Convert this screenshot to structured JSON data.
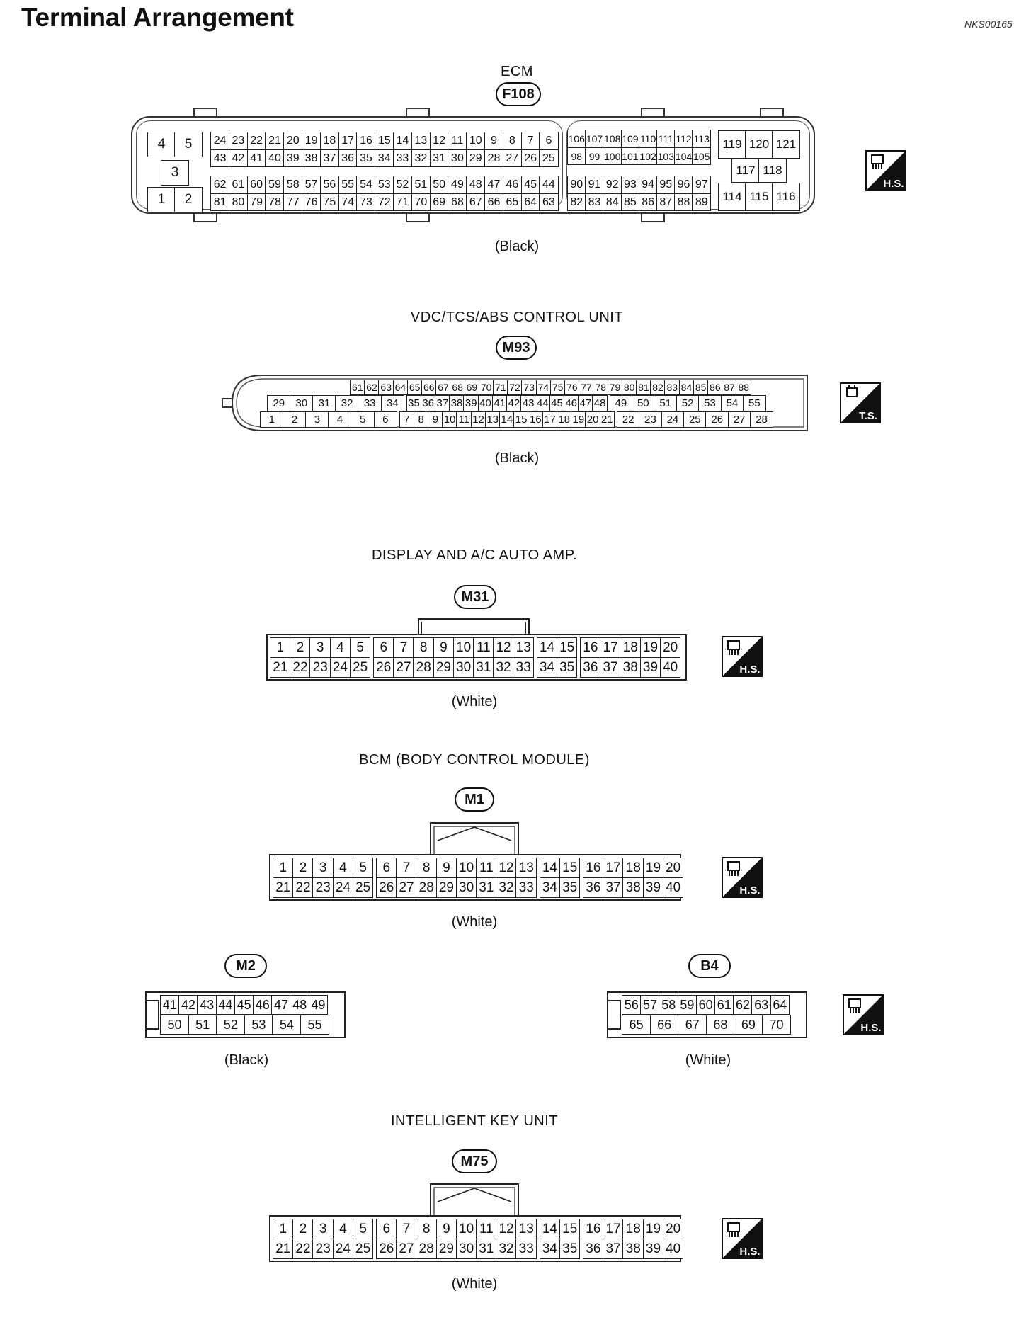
{
  "page": {
    "title": "Terminal Arrangement",
    "doc_id": "NKS00165"
  },
  "icons": {
    "hs": "H.S.",
    "ts": "T.S."
  },
  "ecm": {
    "label": "ECM",
    "connector": "F108",
    "color": "(Black)",
    "left_block": [
      "4",
      "5",
      "3",
      "1",
      "2"
    ],
    "rows_a": [
      [
        "24",
        "23",
        "22",
        "21",
        "20",
        "19",
        "18",
        "17",
        "16",
        "15",
        "14",
        "13",
        "12",
        "11",
        "10",
        "9",
        "8",
        "7",
        "6"
      ],
      [
        "43",
        "42",
        "41",
        "40",
        "39",
        "38",
        "37",
        "36",
        "35",
        "34",
        "33",
        "32",
        "31",
        "30",
        "29",
        "28",
        "27",
        "26",
        "25"
      ],
      [
        "62",
        "61",
        "60",
        "59",
        "58",
        "57",
        "56",
        "55",
        "54",
        "53",
        "52",
        "51",
        "50",
        "49",
        "48",
        "47",
        "46",
        "45",
        "44"
      ],
      [
        "81",
        "80",
        "79",
        "78",
        "77",
        "76",
        "75",
        "74",
        "73",
        "72",
        "71",
        "70",
        "69",
        "68",
        "67",
        "66",
        "65",
        "64",
        "63"
      ]
    ],
    "rows_b": [
      [
        "106",
        "107",
        "108",
        "109",
        "110",
        "111",
        "112",
        "113"
      ],
      [
        "98",
        "99",
        "100",
        "101",
        "102",
        "103",
        "104",
        "105"
      ],
      [
        "90",
        "91",
        "92",
        "93",
        "94",
        "95",
        "96",
        "97"
      ],
      [
        "82",
        "83",
        "84",
        "85",
        "86",
        "87",
        "88",
        "89"
      ]
    ],
    "right_block": [
      "119",
      "120",
      "121",
      "117",
      "118",
      "114",
      "115",
      "116"
    ]
  },
  "vdc": {
    "label": "VDC/TCS/ABS CONTROL UNIT",
    "connector": "M93",
    "color": "(Black)",
    "row1": [
      "61",
      "62",
      "63",
      "64",
      "65",
      "66",
      "67",
      "68",
      "69",
      "70",
      "71",
      "72",
      "73",
      "74",
      "75",
      "76",
      "77",
      "78",
      "79",
      "80",
      "81",
      "82",
      "83",
      "84",
      "85",
      "86",
      "87",
      "88"
    ],
    "row2a": [
      "29",
      "30",
      "31",
      "32",
      "33",
      "34"
    ],
    "row2b": [
      "35",
      "36",
      "37",
      "38",
      "39",
      "40",
      "41",
      "42",
      "43",
      "44",
      "45",
      "46",
      "47",
      "48"
    ],
    "row2c": [
      "49",
      "50",
      "51",
      "52",
      "53",
      "54",
      "55"
    ],
    "row3a": [
      "1",
      "2",
      "3",
      "4",
      "5",
      "6"
    ],
    "row3b": [
      "7",
      "8",
      "9",
      "10",
      "11",
      "12",
      "13",
      "14",
      "15",
      "16",
      "17",
      "18",
      "19",
      "20",
      "21"
    ],
    "row3c": [
      "22",
      "23",
      "24",
      "25",
      "26",
      "27",
      "28"
    ]
  },
  "display_amp": {
    "label": "DISPLAY AND A/C AUTO AMP.",
    "connector": "M31",
    "color": "(White)",
    "row1": [
      "1",
      "2",
      "3",
      "4",
      "5",
      "6",
      "7",
      "8",
      "9",
      "10",
      "11",
      "12",
      "13",
      "14",
      "15",
      "16",
      "17",
      "18",
      "19",
      "20"
    ],
    "row2": [
      "21",
      "22",
      "23",
      "24",
      "25",
      "26",
      "27",
      "28",
      "29",
      "30",
      "31",
      "32",
      "33",
      "34",
      "35",
      "36",
      "37",
      "38",
      "39",
      "40"
    ]
  },
  "bcm": {
    "label": "BCM (BODY CONTROL MODULE)",
    "connector": "M1",
    "color": "(White)",
    "row1": [
      "1",
      "2",
      "3",
      "4",
      "5",
      "6",
      "7",
      "8",
      "9",
      "10",
      "11",
      "12",
      "13",
      "14",
      "15",
      "16",
      "17",
      "18",
      "19",
      "20"
    ],
    "row2": [
      "21",
      "22",
      "23",
      "24",
      "25",
      "26",
      "27",
      "28",
      "29",
      "30",
      "31",
      "32",
      "33",
      "34",
      "35",
      "36",
      "37",
      "38",
      "39",
      "40"
    ]
  },
  "m2": {
    "connector": "M2",
    "color": "(Black)",
    "row1": [
      "41",
      "42",
      "43",
      "44",
      "45",
      "46",
      "47",
      "48",
      "49"
    ],
    "row2": [
      "50",
      "51",
      "52",
      "53",
      "54",
      "55"
    ]
  },
  "b4": {
    "connector": "B4",
    "color": "(White)",
    "row1": [
      "56",
      "57",
      "58",
      "59",
      "60",
      "61",
      "62",
      "63",
      "64"
    ],
    "row2": [
      "65",
      "66",
      "67",
      "68",
      "69",
      "70"
    ]
  },
  "ikey": {
    "label": "INTELLIGENT KEY UNIT",
    "connector": "M75",
    "color": "(White)",
    "row1": [
      "1",
      "2",
      "3",
      "4",
      "5",
      "6",
      "7",
      "8",
      "9",
      "10",
      "11",
      "12",
      "13",
      "14",
      "15",
      "16",
      "17",
      "18",
      "19",
      "20"
    ],
    "row2": [
      "21",
      "22",
      "23",
      "24",
      "25",
      "26",
      "27",
      "28",
      "29",
      "30",
      "31",
      "32",
      "33",
      "34",
      "35",
      "36",
      "37",
      "38",
      "39",
      "40"
    ]
  }
}
